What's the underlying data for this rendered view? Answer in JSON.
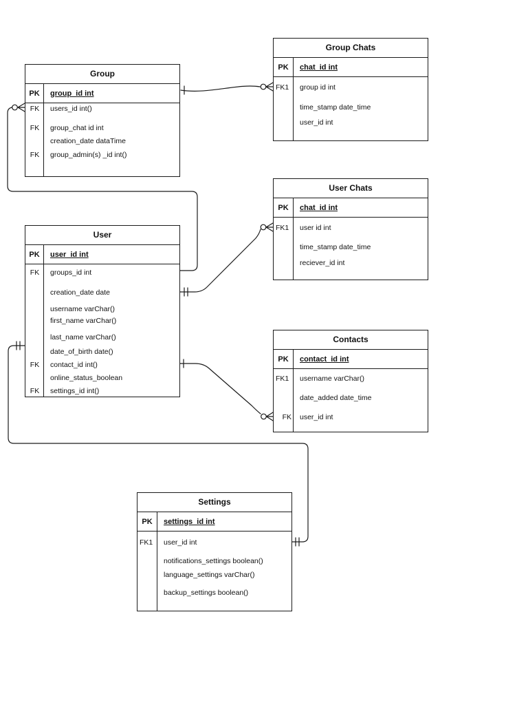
{
  "diagram": {
    "tables": [
      {
        "id": "group",
        "title": "Group",
        "pk_key": "PK",
        "pk_field": "group_id int",
        "rows": [
          {
            "key": "FK",
            "field": "users_id int()"
          },
          {
            "key": "FK",
            "field": "group_chat id int"
          },
          {
            "key": "",
            "field": "creation_date dataTime"
          },
          {
            "key": "FK",
            "field": "group_admin(s) _id int()"
          }
        ]
      },
      {
        "id": "group_chats",
        "title": "Group Chats",
        "pk_key": "PK",
        "pk_field": "chat_id int",
        "rows": [
          {
            "key": "FK1",
            "field": "group id int"
          },
          {
            "key": "",
            "field": "time_stamp date_time"
          },
          {
            "key": "",
            "field": "user_id int"
          }
        ]
      },
      {
        "id": "user",
        "title": "User",
        "pk_key": "PK",
        "pk_field": "user_id int",
        "rows": [
          {
            "key": "FK",
            "field": "groups_id int"
          },
          {
            "key": "",
            "field": "creation_date date"
          },
          {
            "key": "",
            "field": "username varChar()"
          },
          {
            "key": "",
            "field": "first_name varChar()"
          },
          {
            "key": "",
            "field": "last_name varChar()"
          },
          {
            "key": "",
            "field": "date_of_birth date()"
          },
          {
            "key": "FK",
            "field": "contact_id int()"
          },
          {
            "key": "",
            "field": "online_status_boolean"
          },
          {
            "key": "FK",
            "field": "settings_id int()"
          }
        ]
      },
      {
        "id": "user_chats",
        "title": "User Chats",
        "pk_key": "PK",
        "pk_field": "chat_id int",
        "rows": [
          {
            "key": "FK1",
            "field": "user id int"
          },
          {
            "key": "",
            "field": "time_stamp date_time"
          },
          {
            "key": "",
            "field": "reciever_id int"
          }
        ]
      },
      {
        "id": "contacts",
        "title": "Contacts",
        "pk_key": "PK",
        "pk_field": "contact_id int",
        "rows": [
          {
            "key": "FK1",
            "field": "username varChar()"
          },
          {
            "key": "",
            "field": "date_added date_time"
          },
          {
            "key": "FK",
            "field": "user_id int"
          }
        ]
      },
      {
        "id": "settings",
        "title": "Settings",
        "pk_key": "PK",
        "pk_field": "settings_id int",
        "rows": [
          {
            "key": "FK1",
            "field": "user_id int"
          },
          {
            "key": "",
            "field": "notifications_settings boolean()"
          },
          {
            "key": "",
            "field": "language_settings varChar()"
          },
          {
            "key": "",
            "field": "backup_settings boolean()"
          }
        ]
      }
    ],
    "relationships": [
      {
        "from": "Group",
        "from_field": "group_id",
        "to": "Group Chats",
        "to_field": "group id",
        "from_cardinality": "one",
        "to_cardinality": "zero-or-many"
      },
      {
        "from": "User",
        "from_field": "groups_id",
        "to": "Group",
        "to_field": "users_id",
        "from_cardinality": "plain",
        "to_cardinality": "zero-or-many"
      },
      {
        "from": "User",
        "from_field": "creation_date",
        "to": "User Chats",
        "to_field": "user id",
        "from_cardinality": "one-and-only-one",
        "to_cardinality": "zero-or-many"
      },
      {
        "from": "User",
        "from_field": "contact_id",
        "to": "Contacts",
        "to_field": "user_id",
        "from_cardinality": "one",
        "to_cardinality": "zero-or-many"
      },
      {
        "from": "User",
        "from_field": "settings_id",
        "to": "Settings",
        "to_field": "user_id",
        "from_cardinality": "one-and-only-one",
        "to_cardinality": "one-and-only-one"
      }
    ],
    "colors": {
      "line": "#1a1a1a",
      "background": "#ffffff",
      "text": "#111111"
    }
  }
}
